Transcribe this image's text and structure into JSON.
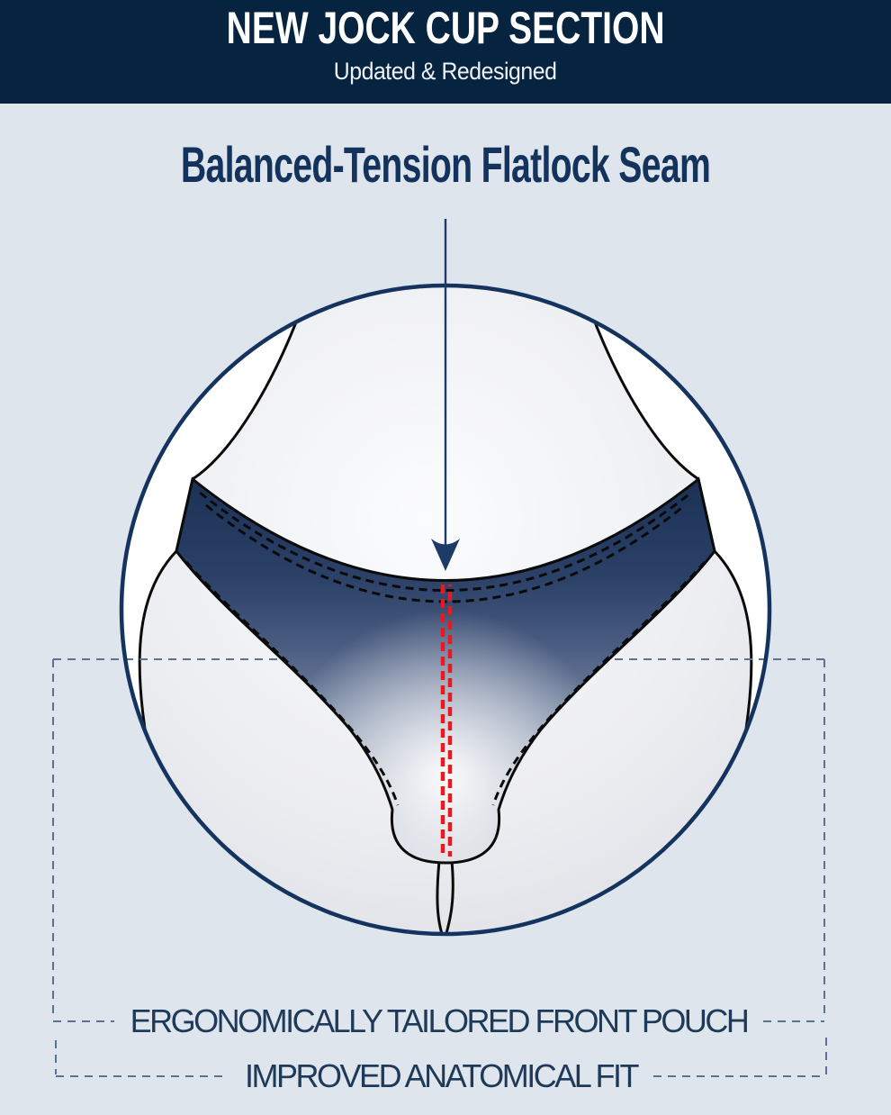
{
  "page": {
    "background": "#dfe5ed"
  },
  "header": {
    "title": "NEW JOCK CUP SECTION",
    "subtitle": "Updated & Redesigned",
    "background": "#062340",
    "text_color": "#ffffff"
  },
  "section": {
    "title": "Balanced-Tension Flatlock Seam",
    "title_color": "#14335c"
  },
  "diagram": {
    "subject": "jock cup front pouch close-up in magnifier circle",
    "circle_outline_color": "#14335e",
    "fabric_navy": "#1a2f53",
    "fabric_highlight": "#ffffff",
    "stitch_color": "#0a0a0a",
    "seam_color": "#e81a20",
    "seam_style": "double red dashed vertical seam",
    "arrow_icon": "down-arrow",
    "arrow_color": "#1d3b66",
    "callout_dash_color": "#5c7390"
  },
  "callouts": {
    "pouch": "ERGONOMICALLY TAILORED FRONT POUCH",
    "fit": "IMPROVED ANATOMICAL FIT",
    "text_color": "#1e3a58"
  }
}
